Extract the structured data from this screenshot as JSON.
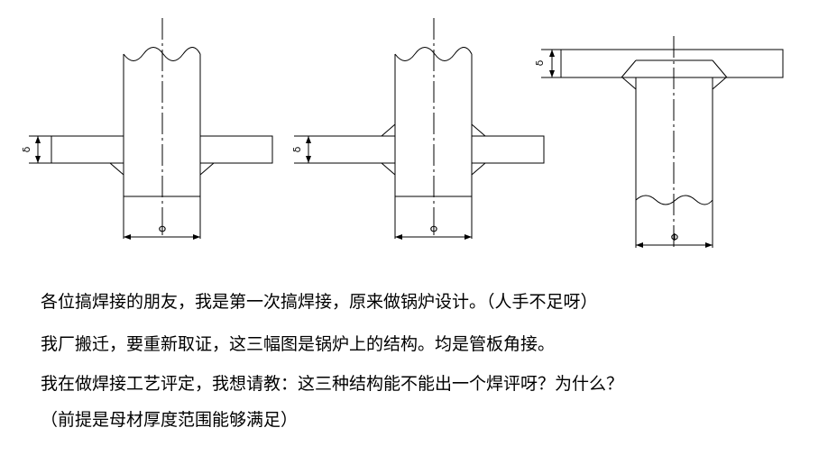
{
  "figure": {
    "dim_thickness_symbol": "δ",
    "dim_diameter_symbol": "Φ",
    "views": [
      {
        "name": "plate-through-tube-two-side-fillet"
      },
      {
        "name": "plate-through-tube-four-fillet"
      },
      {
        "name": "tube-under-plate-joint"
      }
    ]
  },
  "text": {
    "line1": "各位搞焊接的朋友，我是第一次搞焊接，原来做锅炉设计。（人手不足呀）",
    "line2": "我厂搬迁，要重新取证，这三幅图是锅炉上的结构。均是管板角接。",
    "line3": "我在做焊接工艺评定，我想请教：这三种结构能不能出一个焊评呀？为什么？",
    "line4": "（前提是母材厚度范围能够满足）"
  }
}
